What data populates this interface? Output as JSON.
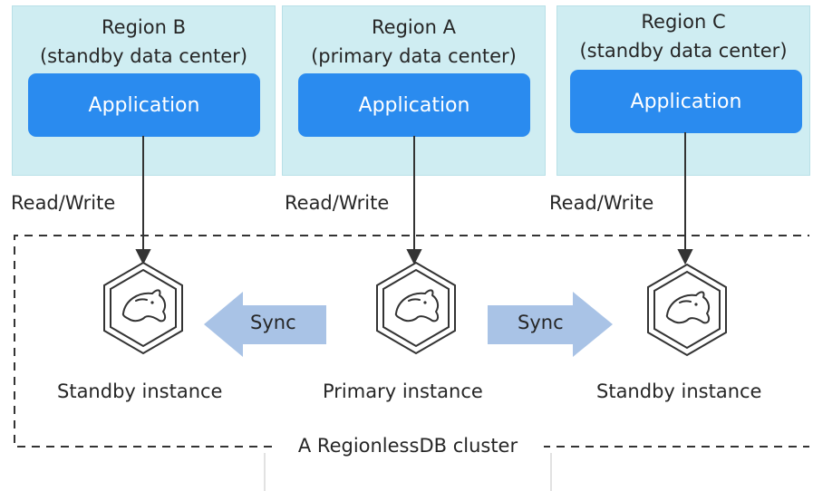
{
  "regions": [
    {
      "title_line1": "Region B",
      "title_line2": "(standby data center)",
      "app_label": "Application"
    },
    {
      "title_line1": "Region A",
      "title_line2": "(primary data center)",
      "app_label": "Application"
    },
    {
      "title_line1": "Region C",
      "title_line2": "(standby data center)",
      "app_label": "Application"
    }
  ],
  "access_label": "Read/Write",
  "instances": {
    "left": "Standby instance",
    "center": "Primary instance",
    "right": "Standby instance"
  },
  "sync_label": "Sync",
  "cluster_label": "A RegionlessDB cluster",
  "colors": {
    "region_bg": "#cfedf2",
    "app_bg": "#2a8bef",
    "sync_arrow": "#a9c3e6",
    "line": "#333333"
  }
}
